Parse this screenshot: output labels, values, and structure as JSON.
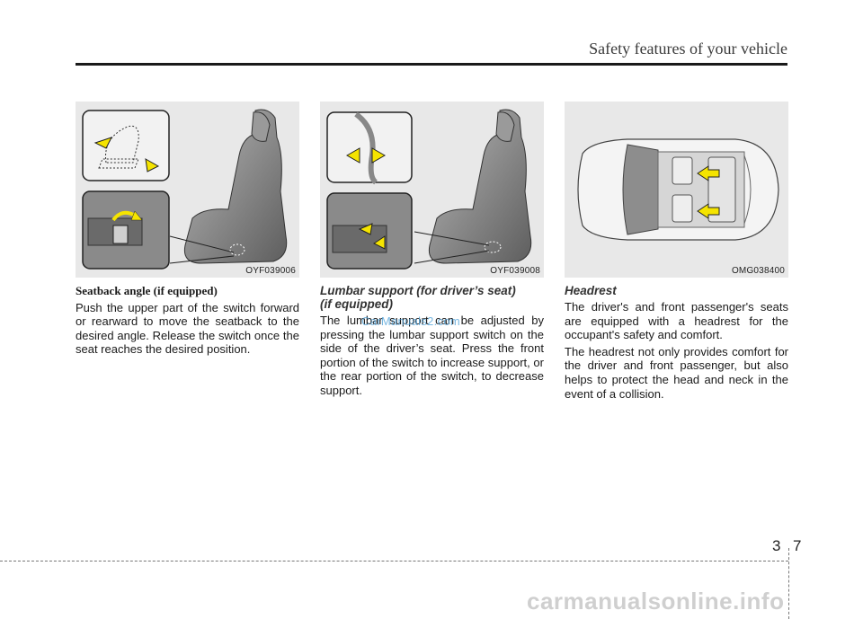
{
  "header": {
    "title": "Safety features of your vehicle"
  },
  "figures": [
    {
      "code": "OYF039006"
    },
    {
      "code": "OYF039008"
    },
    {
      "code": "OMG038400"
    }
  ],
  "sections": {
    "seatback": {
      "heading": "Seatback angle (if equipped)",
      "paragraphs": [
        "Push the upper part of the switch forward or rearward to move the seatback to the desired angle. Release the switch once the seat reaches the desired position."
      ]
    },
    "lumbar": {
      "heading_line1": "Lumbar support (for driver’s seat)",
      "heading_line2": "(if equipped)",
      "paragraphs": [
        "The lumbar support can be adjusted by pressing the lumbar support switch on the side of the driver’s seat. Press the front portion of the switch to increase support, or the rear portion of the switch, to decrease support."
      ]
    },
    "headrest": {
      "heading": "Headrest",
      "paragraphs": [
        "The driver's and front passenger's seats are equipped with a headrest for the occupant's safety and comfort.",
        "The headrest not only provides comfort for the driver and front passenger, but also helps to protect the head and neck in the event of a collision."
      ]
    }
  },
  "watermarks": {
    "middle": "CarManuals2.com",
    "bottom": "carmanualsonline.info"
  },
  "page_number": {
    "section": "3",
    "page": "7"
  },
  "colors": {
    "arrow": "#f5e400",
    "figure_bg": "#e8e8e8",
    "rule": "#1a1a1a"
  }
}
